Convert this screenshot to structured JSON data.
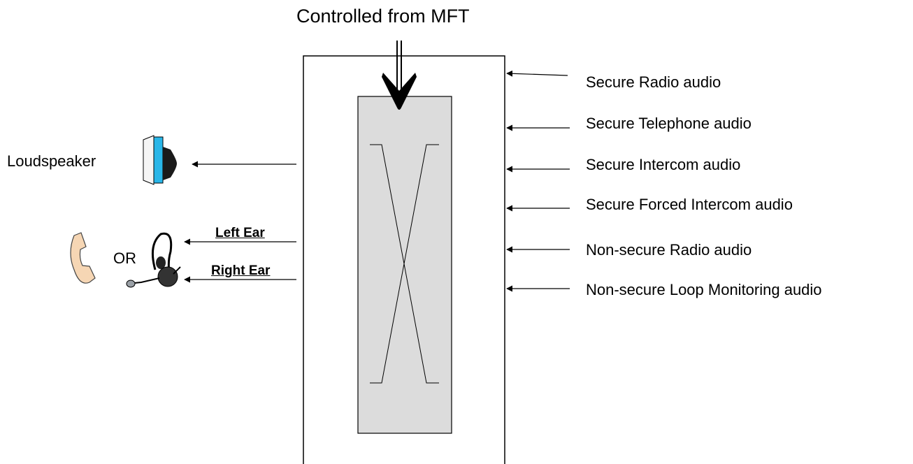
{
  "title": "Controlled from MFT",
  "inputs": [
    "Secure Radio audio",
    "Secure Telephone audio",
    "Secure Intercom audio",
    "Secure Forced Intercom audio",
    "Non-secure Radio audio",
    "Non-secure Loop Monitoring audio"
  ],
  "outputs": {
    "loudspeaker": "Loudspeaker",
    "or": "OR",
    "left_ear": "Left Ear",
    "right_ear": "Right Ear"
  },
  "colors": {
    "switch_fill": "#dcdcdc",
    "speaker_cone": "#29b6e8",
    "handset": "#f6d6b4"
  },
  "icons": [
    "loudspeaker-icon",
    "telephone-handset-icon",
    "headset-icon"
  ]
}
